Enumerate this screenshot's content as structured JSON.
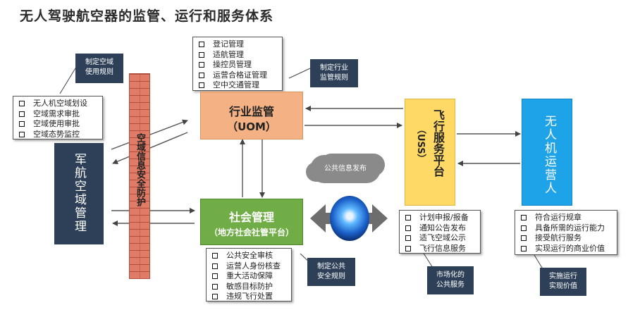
{
  "title": "无人驾驶航空器的监管、运行和服务体系",
  "nodes": {
    "military": "军航空域管理",
    "firewall": "空域信息安全防护",
    "uom_line1": "行业监管",
    "uom_line2": "（UOM）",
    "society_line1": "社会管理",
    "society_line2": "（地方社会社管平台）",
    "uss_line1": "飞行服务平台",
    "uss_line2": "（USS）",
    "operator": "无人机运营人",
    "cloud": "公共信息发布"
  },
  "lists": {
    "airspace": [
      "无人机空域划设",
      "空域需求审批",
      "空域使用审批",
      "空域态势监控"
    ],
    "uom": [
      "登记管理",
      "适航管理",
      "操控员管理",
      "运营合格证管理",
      "空中交通管理"
    ],
    "society": [
      "公共安全审核",
      "运营人身份核查",
      "重大活动保障",
      "敏感目标防护",
      "违规飞行处置"
    ],
    "uss": [
      "计划申报/报备",
      "通知公告发布",
      "适飞空域公示",
      "飞行信息服务"
    ],
    "operator": [
      "符合运行规章",
      "具备所需的运行能力",
      "接受航行服务",
      "实现运行的商业价值"
    ]
  },
  "callouts": {
    "airspace_rules": [
      "制定空域",
      "使用规则"
    ],
    "industry_rules": [
      "制定行业",
      "监管规则"
    ],
    "public_rules": [
      "制定公共",
      "安全规则"
    ],
    "market_service": [
      "市场化的",
      "公共服务"
    ],
    "realize_value": [
      "实施运行",
      "实现价值"
    ]
  },
  "colors": {
    "military": "#2e4057",
    "firewall": "#e07b67",
    "uom": "#f4b183",
    "society": "#70ad47",
    "uss": "#ffd966",
    "operator": "#1fa3e8",
    "callout": "#2e4057"
  }
}
